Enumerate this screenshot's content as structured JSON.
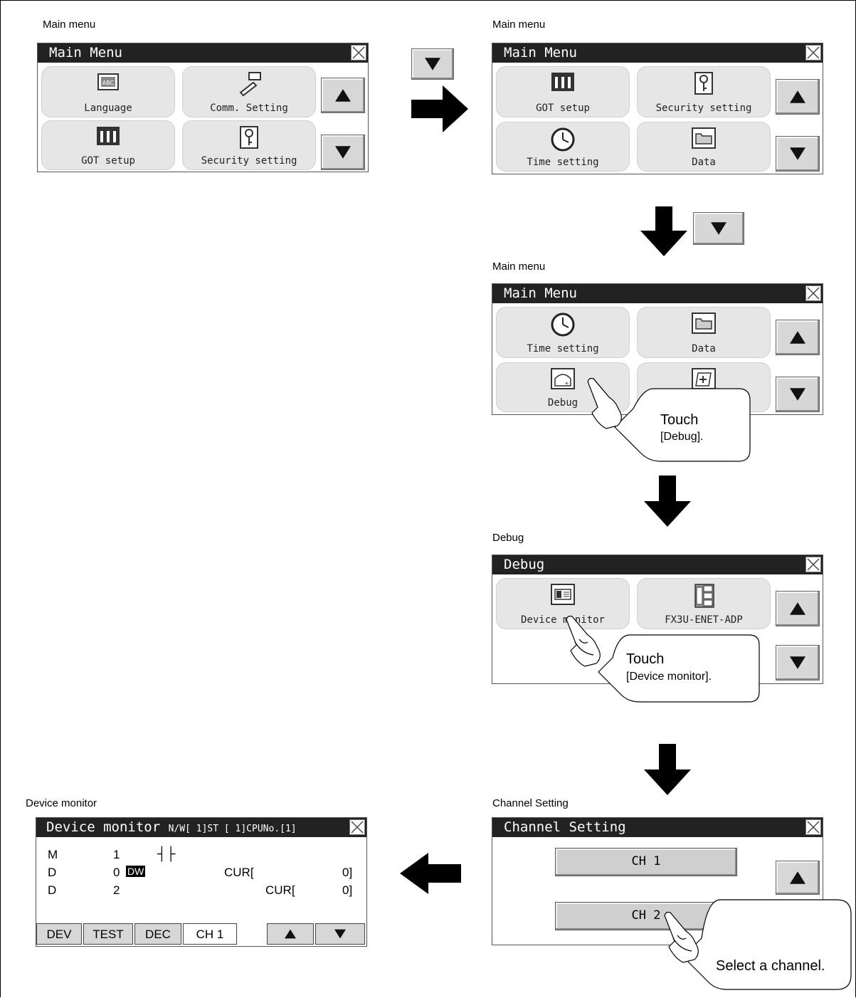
{
  "screens": {
    "s1": {
      "caption": "Main menu",
      "title": "Main Menu",
      "tiles": [
        "Language",
        "Comm. Setting",
        "GOT setup",
        "Security setting"
      ]
    },
    "s2": {
      "caption": "Main menu",
      "title": "Main Menu",
      "tiles": [
        "GOT setup",
        "Security setting",
        "Time setting",
        "Data"
      ]
    },
    "s3": {
      "caption": "Main menu",
      "title": "Main Menu",
      "tiles": [
        "Time setting",
        "Data",
        "Debug",
        ""
      ],
      "callout_main": "Touch",
      "callout_sub": "[Debug]."
    },
    "s4": {
      "caption": "Debug",
      "title": "Debug",
      "tiles": [
        "Device monitor",
        "FX3U-ENET-ADP"
      ],
      "callout_main": "Touch",
      "callout_sub": "[Device monitor]."
    },
    "s5": {
      "caption": "Channel Setting",
      "title": "Channel Setting",
      "buttons": [
        "CH 1",
        "CH 2"
      ],
      "callout_main": "Select a channel."
    },
    "s6": {
      "caption": "Device monitor",
      "title": "Device monitor",
      "title_status": "N/W[  1]ST  [  1]CPUNo.[1]",
      "rows": [
        {
          "dev": "M",
          "num": "1",
          "mode": "",
          "cur_label": "",
          "cur_value": ""
        },
        {
          "dev": "D",
          "num": "0",
          "mode": "DW",
          "cur_label": "CUR[",
          "cur_value": "0]"
        },
        {
          "dev": "D",
          "num": "2",
          "mode": "",
          "cur_label": "CUR[",
          "cur_value": "0]"
        }
      ],
      "contact_symbol": "┤├",
      "softkeys": [
        "DEV",
        "TEST",
        "DEC",
        "CH 1"
      ]
    }
  },
  "colors": {
    "titlebar": "#222222",
    "tile": "#e6e6e6",
    "button": "#d7d7d7"
  }
}
